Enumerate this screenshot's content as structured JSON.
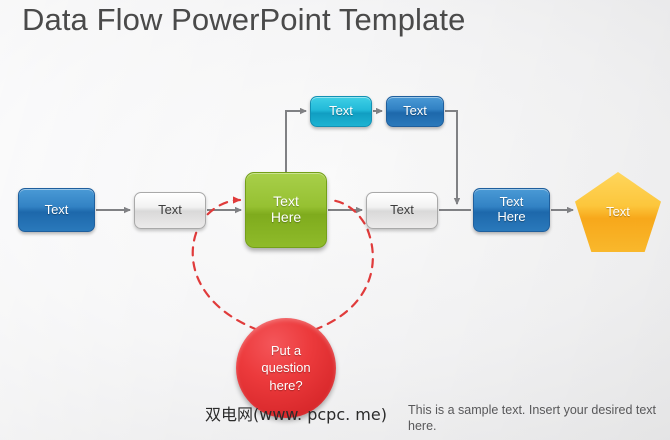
{
  "slide": {
    "title": "Data Flow PowerPoint Template",
    "background_color": "#f0f1f2"
  },
  "nodes": {
    "blue_start": {
      "label": "Text",
      "color": "#3282c4",
      "shape": "rounded-rect"
    },
    "grey_1": {
      "label": "Text",
      "color": "#d9d9d9",
      "shape": "rounded-rect"
    },
    "green_center": {
      "label": "Text\nHere",
      "color": "#96c132",
      "shape": "rounded-rect"
    },
    "cyan_top": {
      "label": "Text",
      "color": "#22b9d8",
      "shape": "rounded-rect"
    },
    "blue_top": {
      "label": "Text",
      "color": "#3282c4",
      "shape": "rounded-rect"
    },
    "grey_2": {
      "label": "Text",
      "color": "#d9d9d9",
      "shape": "rounded-rect"
    },
    "blue_end": {
      "label": "Text\nHere",
      "color": "#3282c4",
      "shape": "rounded-rect"
    },
    "pentagon": {
      "label": "Text",
      "color": "#f7a81b",
      "shape": "pentagon"
    },
    "question": {
      "label": "Put a\nquestion\nhere?",
      "color": "#d8282b",
      "shape": "circle"
    }
  },
  "footer": {
    "watermark": "双电网(www. pcpc. me)",
    "sample_text": "This is a sample text. Insert your desired text here."
  },
  "connectors": {
    "arrow_color": "#808184",
    "dashed_color": "#e03b3b"
  }
}
